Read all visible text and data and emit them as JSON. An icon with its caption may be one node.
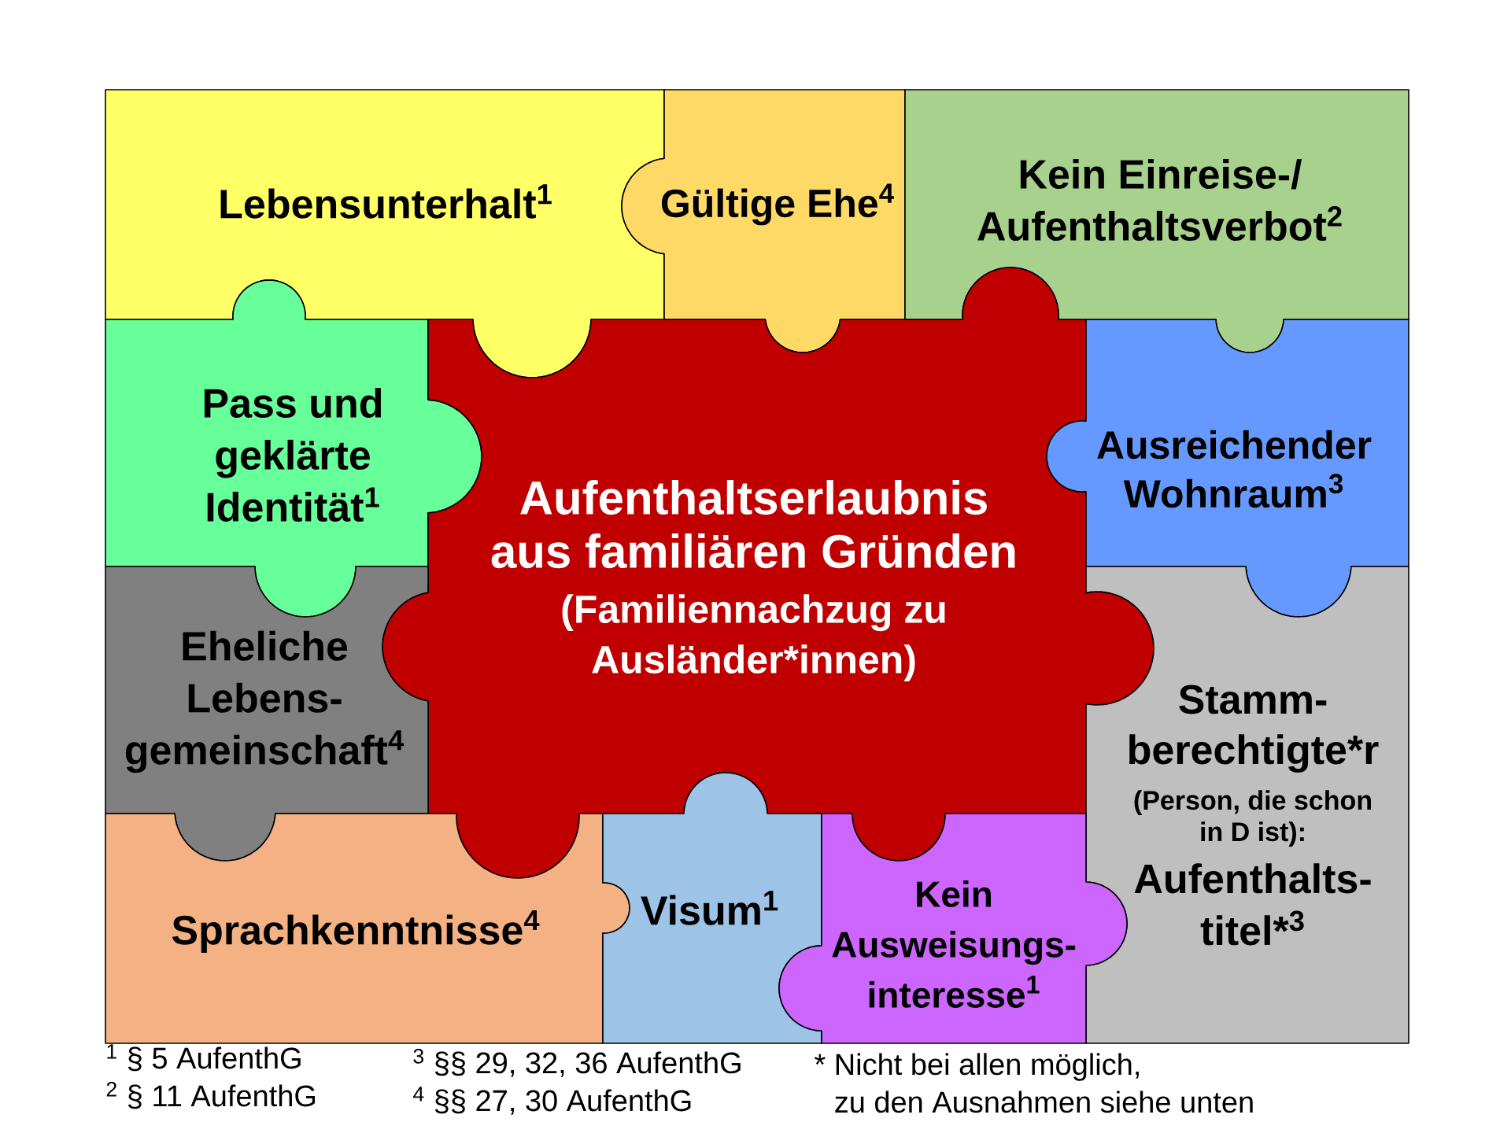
{
  "diagram": {
    "nodes": [
      {
        "text": [
          "Lebensunterhalt$^{1}$"
        ]
      },
      {
        "text": [
          "Gültige Ehe$^{4}$"
        ]
      },
      {
        "text": [
          "Kein Einreise-/ Aufenthaltsverbot$^{2}$"
        ]
      },
      {
        "text": [
          "Pass und geklärte Identität$^{1}$"
        ]
      },
      {
        "text": [
          "Aufenthaltserlaubnis aus familiären Gründen",
          "(Familiennachzug zu Ausländer*innen)"
        ]
      },
      {
        "text": [
          "Ausreichender Wohnraum$^{3}$"
        ]
      },
      {
        "text": [
          "Eheliche Lebens- gemeinschaft$^{4}$"
        ]
      },
      {
        "text": [
          "Stamm- berechtigte*r",
          "(Person, die schon in D ist):",
          "Aufenthalts- titel*$^{3}$"
        ]
      },
      {
        "text": [
          "Sprachkenntnisse$^{4}$"
        ]
      },
      {
        "text": [
          "Visum$^{1}$"
        ]
      },
      {
        "text": [
          "Kein Ausweisungs- interesse$^{1}$"
        ]
      }
    ],
    "labels": [
      "$^{1}$ § 5 AufenthG",
      "$^{2}$ § 11 AufenthG",
      "$^{3}$ §§ 29, 32, 36 AufenthG",
      "$^{4}$ §§ 27, 30 AufenthG",
      "* Nicht bei allen möglich, zu den Ausnahmen siehe unten"
    ]
  }
}
